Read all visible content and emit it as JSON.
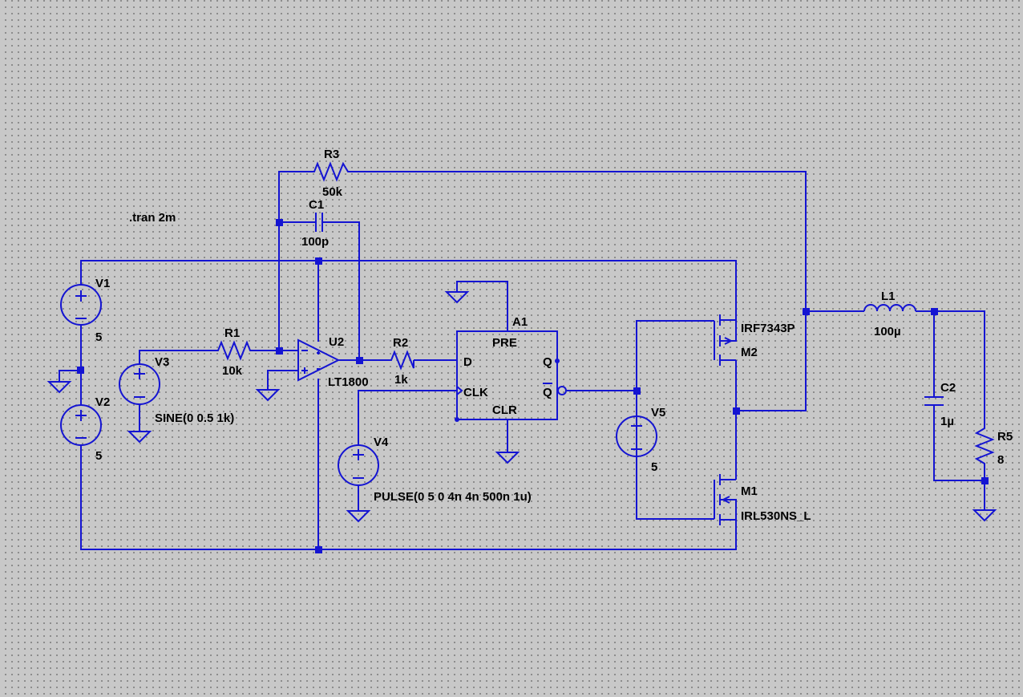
{
  "directive": ".tran 2m",
  "components": {
    "V1": {
      "name": "V1",
      "value": "5"
    },
    "V2": {
      "name": "V2",
      "value": "5"
    },
    "V3": {
      "name": "V3",
      "value": "SINE(0 0.5 1k)"
    },
    "V4": {
      "name": "V4",
      "value": "PULSE(0 5 0 4n 4n 500n 1u)"
    },
    "V5": {
      "name": "V5",
      "value": "5"
    },
    "R1": {
      "name": "R1",
      "value": "10k"
    },
    "R2": {
      "name": "R2",
      "value": "1k"
    },
    "R3": {
      "name": "R3",
      "value": "50k"
    },
    "R5": {
      "name": "R5",
      "value": "8"
    },
    "C1": {
      "name": "C1",
      "value": "100p"
    },
    "C2": {
      "name": "C2",
      "value": "1µ"
    },
    "L1": {
      "name": "L1",
      "value": "100µ"
    },
    "U2": {
      "name": "U2",
      "value": "LT1800"
    },
    "A1": {
      "name": "A1",
      "pins": {
        "pre": "PRE",
        "d": "D",
        "clk": "CLK",
        "clr": "CLR",
        "q": "Q",
        "qbar": "Q"
      }
    },
    "M1": {
      "name": "M1",
      "value": "IRL530NS_L"
    },
    "M2": {
      "name": "M2",
      "value": "IRF7343P"
    }
  },
  "colors": {
    "wire": "#1414d2",
    "background": "#c8c8c8",
    "grid_dot": "#6e6e6e",
    "text": "#000000"
  }
}
